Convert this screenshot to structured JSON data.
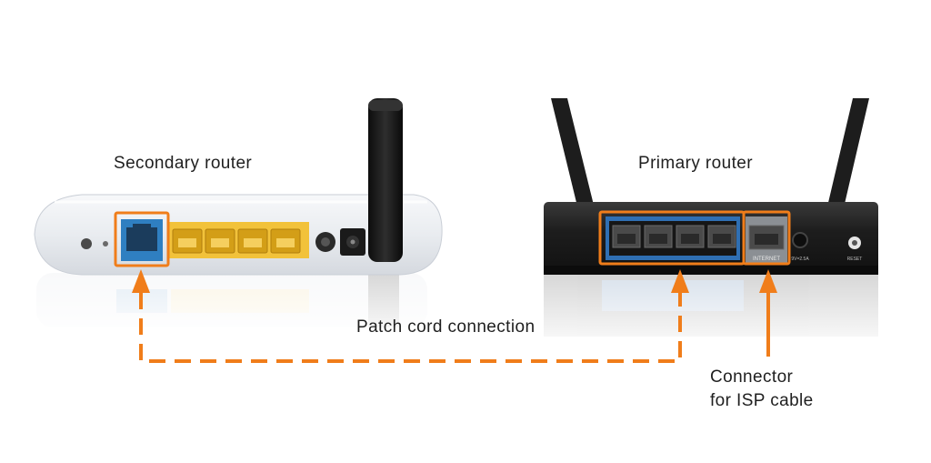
{
  "labels": {
    "secondary_router": "Secondary router",
    "primary_router": "Primary router",
    "patch_cord": "Patch cord connection",
    "connector_line1": "Connector",
    "connector_line2": "for ISP cable"
  },
  "primary_router_port_text": {
    "internet": "INTERNET",
    "reset": "RESET",
    "power": "9V=2.5A"
  },
  "colors": {
    "accent_orange": "#f07d1a",
    "lan_yellow": "#f2c23a",
    "wan_blue": "#2f7fc1",
    "primary_body": "#1e1e1e",
    "secondary_body": "#eceff3",
    "text": "#1f1f1f"
  },
  "icons": [
    "ethernet-port-icon",
    "antenna-icon",
    "power-jack-icon",
    "reset-button-icon"
  ]
}
